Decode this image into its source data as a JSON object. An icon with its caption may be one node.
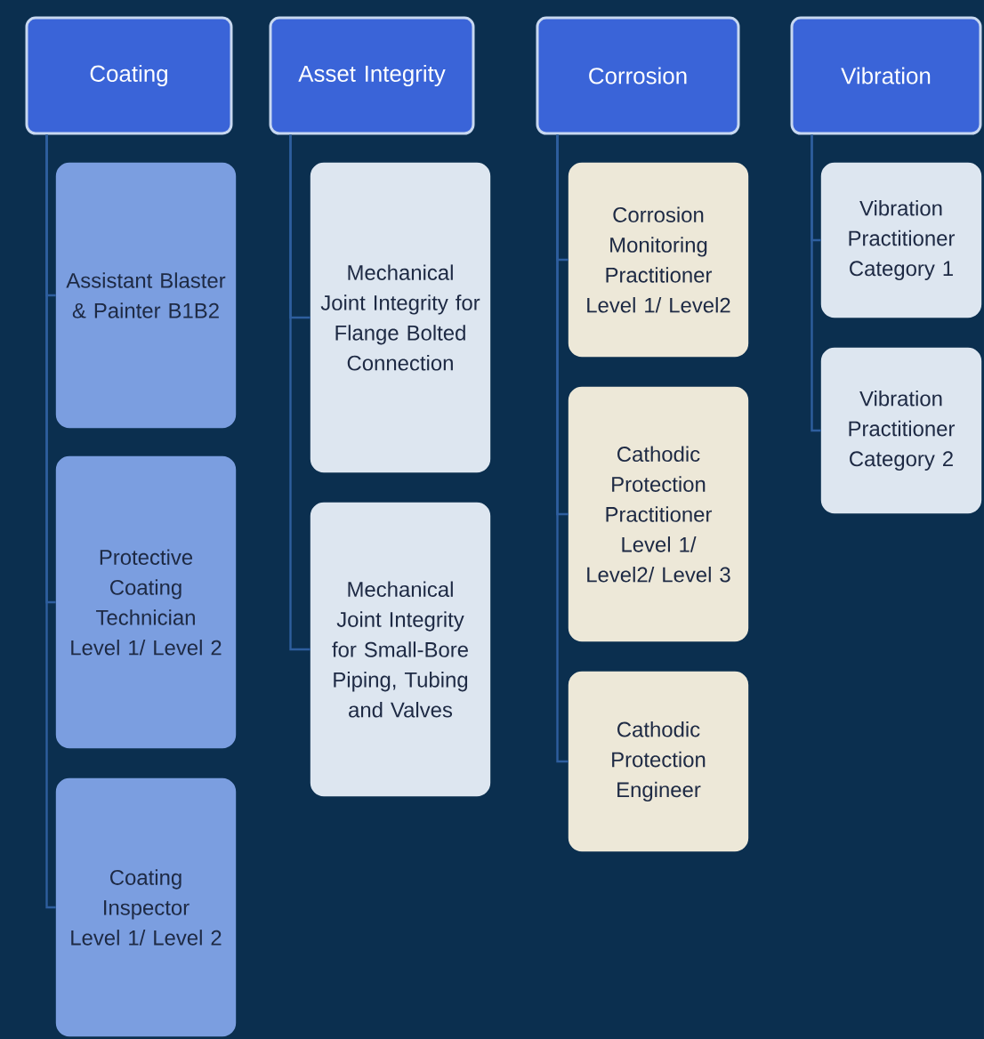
{
  "diagram": {
    "nodes": [
      {
        "text": [
          "Coating"
        ]
      },
      {
        "text": [
          "Assistant Blaster & Painter B1B2"
        ]
      },
      {
        "text": [
          "Protective Coating Technician Level 1/ Level 2"
        ]
      },
      {
        "text": [
          "Coating Inspector Level 1/ Level 2"
        ]
      },
      {
        "text": [
          "Asset Integrity"
        ]
      },
      {
        "text": [
          "Mechanical Joint Integrity for Flange Bolted Connection"
        ]
      },
      {
        "text": [
          "Mechanical Joint Integrity for Small-Bore Piping, Tubing and Valves"
        ]
      },
      {
        "text": [
          "Corrosion"
        ]
      },
      {
        "text": [
          "Corrosion Monitoring Practitioner Level 1/ Level2"
        ]
      },
      {
        "text": [
          "Cathodic Protection Practitioner Level 1/ Level2/ Level 3"
        ]
      },
      {
        "text": [
          "Cathodic Protection Engineer"
        ]
      },
      {
        "text": [
          "Vibration"
        ]
      },
      {
        "text": [
          "Vibration Practitioner Category 1"
        ]
      },
      {
        "text": [
          "Vibration Practitioner Category  2"
        ]
      }
    ],
    "edges": [
      {
        "from": 0,
        "to": 1,
        "arrow": "none"
      },
      {
        "from": 0,
        "to": 2,
        "arrow": "none"
      },
      {
        "from": 0,
        "to": 3,
        "arrow": "none"
      },
      {
        "from": 4,
        "to": 5,
        "arrow": "none"
      },
      {
        "from": 4,
        "to": 6,
        "arrow": "none"
      },
      {
        "from": 7,
        "to": 8,
        "arrow": "none"
      },
      {
        "from": 7,
        "to": 9,
        "arrow": "none"
      },
      {
        "from": 7,
        "to": 10,
        "arrow": "none"
      },
      {
        "from": 11,
        "to": 12,
        "arrow": "none"
      },
      {
        "from": 11,
        "to": 13,
        "arrow": "none"
      }
    ]
  }
}
